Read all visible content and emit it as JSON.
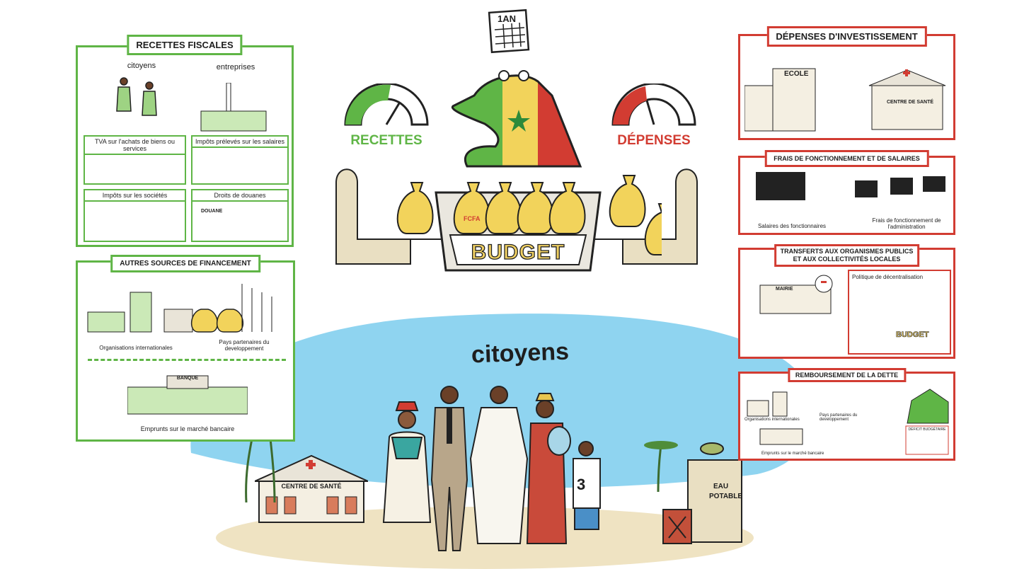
{
  "calendar": {
    "label": "1AN"
  },
  "gauges": {
    "revenue_label": "RECETTES",
    "expense_label": "DÉPENSES"
  },
  "budget": {
    "label": "BUDGET",
    "bag_label": "FCFA"
  },
  "center": {
    "citizens_label": "citoyens"
  },
  "left": {
    "tax_revenue": {
      "title": "RECETTES FISCALES",
      "citizens": "citoyens",
      "companies": "entreprises",
      "boxes": [
        "TVA sur l'achats de biens ou services",
        "Impôts prélevés sur les salaires",
        "Impôts sur les sociétés",
        "Droits de douanes"
      ],
      "douane_sign": "DOUANE"
    },
    "other_sources": {
      "title": "AUTRES SOURCES DE FINANCEMENT",
      "intl_orgs": "Organisations internationales",
      "partners": "Pays partenaires du developpement",
      "bank_sign": "BANQUE",
      "bank_loans": "Emprunts sur le marché bancaire"
    }
  },
  "right": {
    "investment": {
      "title": "DÉPENSES D'INVESTISSEMENT",
      "school": "ECOLE",
      "health": "CENTRE DE SANTÉ"
    },
    "operating": {
      "title": "FRAIS DE FONCTIONNEMENT ET DE SALAIRES",
      "salaries": "Salaires des fonctionnaires",
      "admin": "Frais de fonctionnement de l'administration"
    },
    "transfers": {
      "title_line1": "TRANSFERTS AUX ORGANISMES PUBLICS",
      "title_line2": "ET AUX COLLECTIVITÉS LOCALES",
      "decentralization": "Politique de décentralisation",
      "mairie": "MAIRIE",
      "budget_small": "BUDGET"
    },
    "debt": {
      "title": "REMBOURSEMENT DE LA DETTE",
      "intl": "Organisations internationales",
      "partners": "Pays partenaires du developpement",
      "bank": "Emprunts sur le marché bancaire",
      "deficit": "DÉFICIT BUDGÉTAIRE"
    }
  },
  "scene": {
    "health_sign": "CENTRE DE SANTÉ",
    "water_sign_1": "EAU",
    "water_sign_2": "POTABLE",
    "jersey": "3"
  },
  "colors": {
    "green": "#5fb546",
    "red": "#d23c32",
    "yellow": "#f2d35b",
    "sky": "#8fd4f0",
    "gold": "#e8c650"
  }
}
